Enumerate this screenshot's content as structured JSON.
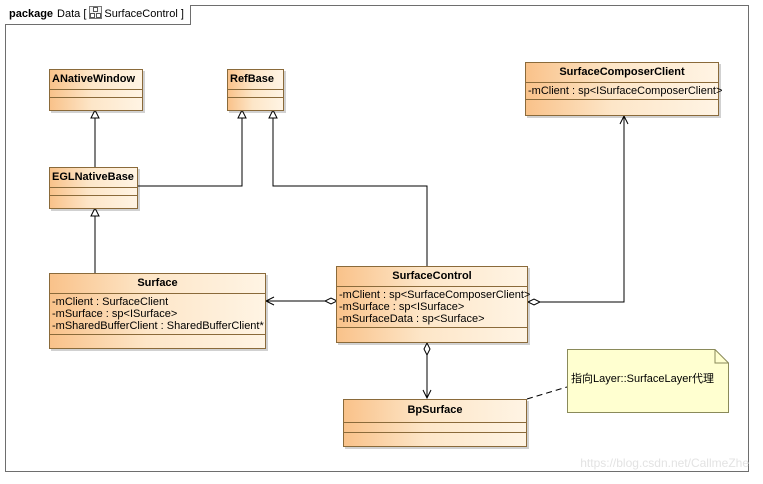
{
  "package": {
    "keyword": "package",
    "name": "Data [",
    "diagram_name": "SurfaceControl",
    "closing": "]"
  },
  "classes": {
    "anativewindow": {
      "name": "ANativeWindow"
    },
    "refbase": {
      "name": "RefBase"
    },
    "surfacecomposerclient": {
      "name": "SurfaceComposerClient",
      "attributes": [
        "-mClient : sp<ISurfaceComposerClient>"
      ]
    },
    "eglnativebase": {
      "name": "EGLNativeBase"
    },
    "surface": {
      "name": "Surface",
      "attributes": [
        "-mClient : SurfaceClient",
        "-mSurface : sp<ISurface>",
        "-mSharedBufferClient : SharedBufferClient*"
      ]
    },
    "surfacecontrol": {
      "name": "SurfaceControl",
      "attributes": [
        "-mClient : sp<SurfaceComposerClient>",
        "-mSurface : sp<ISurface>",
        "-mSurfaceData : sp<Surface>"
      ]
    },
    "bpsurface": {
      "name": "BpSurface"
    }
  },
  "note": {
    "text": "指向Layer::SurfaceLayer代理"
  },
  "watermark": "https://blog.csdn.net/CallmeZhe"
}
